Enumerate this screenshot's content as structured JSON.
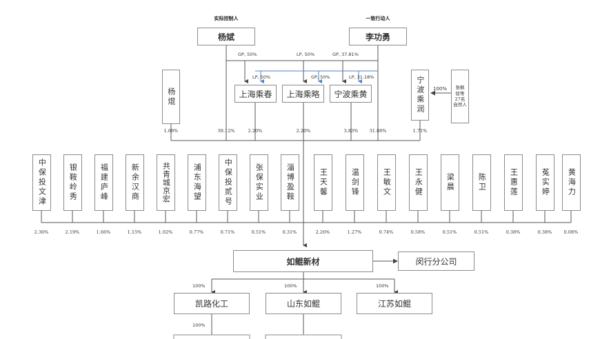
{
  "roles": {
    "controller": "实际控制人",
    "concert": "一致行动人"
  },
  "people": {
    "yang_bin": "杨斌",
    "li_gongyong": "李功勇",
    "yang_kun": "杨焜"
  },
  "lps": {
    "chunchun": "上海乘春",
    "chenglue": "上海乘略",
    "ningbo_huang": "宁波乘黄",
    "ningbo_run": "宁波乘润"
  },
  "edge_labels": {
    "gp50": "GP, 50%",
    "lp50": "LP, 50%",
    "gp37": "GP, 37.81%",
    "lp50b": "LP, 50%",
    "gp50b": "GP, 50%",
    "lp31": "LP, 31.18%",
    "hundred": "100%"
  },
  "natural_people": "张枫\n徐等\n27名\n自然人",
  "top_percents": [
    "1.69%",
    "39.12%",
    "2.20%",
    "2.20%",
    "3.83%",
    "31.88%",
    "1.71%"
  ],
  "shareholders": [
    {
      "name": "中保投文津",
      "pct": "2.36%"
    },
    {
      "name": "银鞍岭秀",
      "pct": "2.19%"
    },
    {
      "name": "福建庐峰",
      "pct": "1.66%"
    },
    {
      "name": "新余汉商",
      "pct": "1.15%"
    },
    {
      "name": "共青城京宏",
      "pct": "1.02%"
    },
    {
      "name": "浦东海望",
      "pct": "0.77%"
    },
    {
      "name": "中保投贰号",
      "pct": "0.71%"
    },
    {
      "name": "张保实业",
      "pct": "0.51%"
    },
    {
      "name": "淄博盈鞍",
      "pct": "0.31%"
    },
    {
      "name": "王天馨",
      "pct": "2.26%"
    },
    {
      "name": "温剑锋",
      "pct": "1.27%"
    },
    {
      "name": "王敏文",
      "pct": "0.74%"
    },
    {
      "name": "王永健",
      "pct": "0.58%"
    },
    {
      "name": "梁晨",
      "pct": "0.51%"
    },
    {
      "name": "陈卫",
      "pct": "0.51%"
    },
    {
      "name": "王惠莲",
      "pct": "0.38%"
    },
    {
      "name": "菟实婷",
      "pct": "0.38%"
    },
    {
      "name": "黄海力",
      "pct": "0.08%"
    }
  ],
  "company": "如鲲新材",
  "branch": "闵行分公司",
  "subsidiaries": [
    "凯路化工",
    "山东如鲲",
    "江苏如鲲"
  ],
  "sub_percents": [
    "100%",
    "100%",
    "100%",
    "100%"
  ]
}
